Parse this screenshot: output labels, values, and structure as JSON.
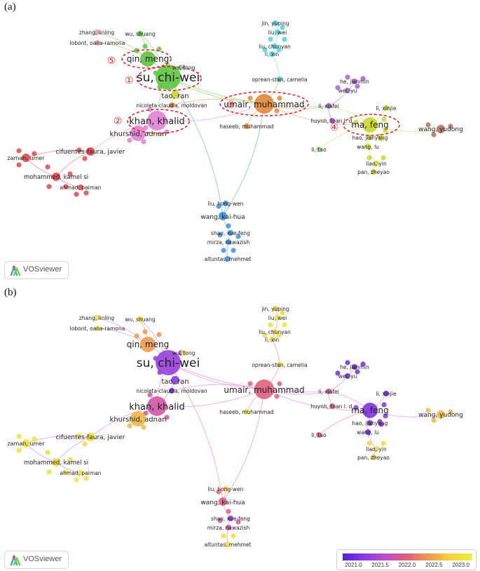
{
  "panels": [
    {
      "label": "(a)"
    },
    {
      "label": "(b)"
    }
  ],
  "brand": {
    "name": "VOSviewer",
    "icon": "vosviewer-logo-icon"
  },
  "nodes": [
    {
      "id": "su",
      "label": "su, chi-wei",
      "size": "xl"
    },
    {
      "id": "umair",
      "label": "umair, muhammad",
      "size": "l"
    },
    {
      "id": "khan",
      "label": "khan, khalid",
      "size": "l"
    },
    {
      "id": "qin",
      "label": "qin, meng",
      "size": "m"
    },
    {
      "id": "ma",
      "label": "ma, feng",
      "size": "m"
    },
    {
      "id": "khurshid",
      "label": "khurshid, adnan",
      "size": "m"
    },
    {
      "id": "tao",
      "label": "tao, ran",
      "size": "s"
    },
    {
      "id": "wangkh",
      "label": "wang, kai-hua",
      "size": "s"
    },
    {
      "id": "wangyd",
      "label": "wang, yudong",
      "size": "s"
    },
    {
      "id": "cifu",
      "label": "cifuentes-faura, javier",
      "size": "s"
    },
    {
      "id": "zaman",
      "label": "zaman, umer",
      "size": "s"
    },
    {
      "id": "mohammed",
      "label": "mohammed, kamel si",
      "size": "s"
    },
    {
      "id": "ahmad",
      "label": "ahmad, paiman",
      "size": "xs"
    },
    {
      "id": "zhang",
      "label": "zhang, linling",
      "size": "xs"
    },
    {
      "id": "wus",
      "label": "wu, shuang",
      "size": "xs"
    },
    {
      "id": "lobont",
      "label": "lobont, oana-ramona",
      "size": "xs"
    },
    {
      "id": "wut",
      "label": "wu, tong",
      "size": "xs"
    },
    {
      "id": "nicoleta",
      "label": "nicoleta-claudia, moldovan",
      "size": "xs"
    },
    {
      "id": "jin",
      "label": "jin, yuping",
      "size": "xs"
    },
    {
      "id": "liuwei",
      "label": "liu, wei",
      "size": "xs"
    },
    {
      "id": "liuchunyan",
      "label": "liu, chunyan",
      "size": "xs"
    },
    {
      "id": "lixin",
      "label": "li, xin",
      "size": "xs"
    },
    {
      "id": "oprean",
      "label": "oprean-stan, camelia",
      "size": "xs"
    },
    {
      "id": "haseeb",
      "label": "haseeb, muhammad",
      "size": "xs"
    },
    {
      "id": "he",
      "label": "he, jianmin",
      "size": "xs"
    },
    {
      "id": "weiyu",
      "label": "wei, yu",
      "size": "xs"
    },
    {
      "id": "lixiafei",
      "label": "li, xiafei",
      "size": "xs"
    },
    {
      "id": "huynh",
      "label": "huynh, toan l. d.",
      "size": "xs"
    },
    {
      "id": "lixinjie",
      "label": "li, xinjie",
      "size": "xs"
    },
    {
      "id": "hao",
      "label": "hao, jianyang",
      "size": "xs"
    },
    {
      "id": "wanglu",
      "label": "wang, lu",
      "size": "xs"
    },
    {
      "id": "litao",
      "label": "li, tao",
      "size": "xs"
    },
    {
      "id": "liao",
      "label": "liao, yin",
      "size": "xs"
    },
    {
      "id": "pan",
      "label": "pan, zheyao",
      "size": "xs"
    },
    {
      "id": "liuhw",
      "label": "liu, hong-wen",
      "size": "xs"
    },
    {
      "id": "shao",
      "label": "shao, xue-feng",
      "size": "xs"
    },
    {
      "id": "mirza",
      "label": "mirza, nawazish",
      "size": "xs"
    },
    {
      "id": "altuntas",
      "label": "altuntas, mehmet",
      "size": "xs"
    }
  ],
  "panel_a": {
    "cluster_colors": {
      "red": "#e0464d",
      "green": "#5ec43f",
      "blue": "#3f8fd8",
      "yellow": "#c9d829",
      "purple": "#a65ce0",
      "cyan": "#4fd4e0",
      "orange": "#e08a3a",
      "brown": "#b5705f",
      "pink": "#e07fd6",
      "lightgreen": "#9de08a",
      "salmon": "#f2a0a0",
      "lightblue": "#9fd0ee"
    },
    "node_clusters": {
      "su": "green",
      "qin": "green",
      "wus": "green",
      "tao": "yellow",
      "wut": "lightblue",
      "zhang": "salmon",
      "lobont": "salmon",
      "umair": "orange",
      "haseeb": "orange",
      "nicoleta": "orange",
      "khan": "pink",
      "khurshid": "pink",
      "cifu": "red",
      "zaman": "red",
      "mohammed": "red",
      "ahmad": "red",
      "jin": "cyan",
      "liuwei": "cyan",
      "liuchunyan": "cyan",
      "lixin": "cyan",
      "oprean": "cyan",
      "ma": "yellow",
      "lixinjie": "yellow",
      "hao": "yellow",
      "wanglu": "yellow",
      "liao": "yellow",
      "pan": "yellow",
      "he": "purple",
      "weiyu": "purple",
      "lixiafei": "purple",
      "huynh": "purple",
      "wangyd": "brown",
      "litao": "lightgreen",
      "liuhw": "blue",
      "wangkh": "blue",
      "shao": "blue",
      "mirza": "blue",
      "altuntas": "blue"
    },
    "highlights": [
      {
        "number": "①",
        "target": "su"
      },
      {
        "number": "②",
        "target": "khan"
      },
      {
        "number": "③",
        "target": "umair"
      },
      {
        "number": "④",
        "target": "ma"
      },
      {
        "number": "⑤",
        "target": "qin"
      }
    ],
    "highlight_color": "#e3262b"
  },
  "panel_b": {
    "legend": {
      "ticks": [
        "2021.0",
        "2021.5",
        "2022.0",
        "2022.5",
        "2023.0"
      ],
      "range": [
        2020.8,
        2023.2
      ],
      "colors": [
        "#5a1fd6",
        "#8a3be0",
        "#c04cc9",
        "#e0607d",
        "#ef9a4a",
        "#f4d23a",
        "#e8ef3c"
      ]
    },
    "node_years": {
      "su": 2021.3,
      "qin": 2022.4,
      "umair": 2022.0,
      "khan": 2021.8,
      "ma": 2021.1,
      "khurshid": 2022.6,
      "tao": 2021.2,
      "wangkh": 2022.0,
      "wangyd": 2022.6,
      "cifu": 2023.0,
      "zaman": 2023.0,
      "mohammed": 2023.0,
      "ahmad": 2023.0,
      "zhang": 2023.0,
      "wus": 2023.0,
      "lobont": 2023.0,
      "wut": 2023.0,
      "nicoleta": 2021.0,
      "jin": 2022.8,
      "liuwei": 2023.0,
      "liuchunyan": 2023.0,
      "lixin": 2023.0,
      "oprean": 2023.0,
      "haseeb": 2023.0,
      "he": 2021.0,
      "weiyu": 2021.0,
      "lixiafei": 2021.8,
      "huynh": 2022.0,
      "lixinjie": 2021.0,
      "hao": 2021.0,
      "wanglu": 2021.0,
      "litao": 2022.0,
      "liao": 2022.9,
      "pan": 2022.8,
      "liuhw": 2022.8,
      "shao": 2021.2,
      "mirza": 2021.8,
      "altuntas": 2023.0
    }
  }
}
